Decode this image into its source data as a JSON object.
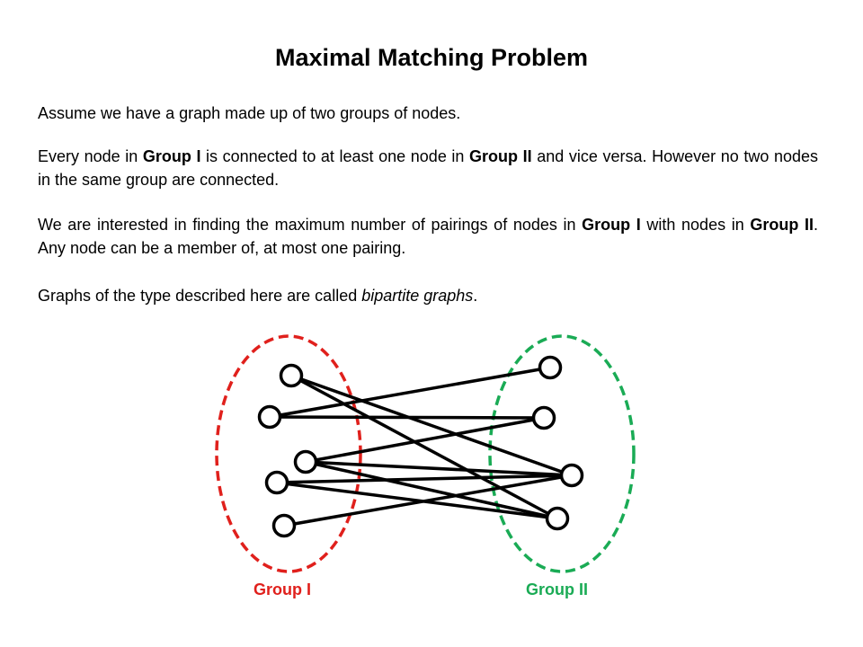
{
  "title": "Maximal Matching Problem",
  "paragraphs": {
    "p1": "Assume we have a graph made up of two groups of nodes.",
    "p2": {
      "t1": "Every node in ",
      "b1": "Group I",
      "t2": " is connected to at least one node in ",
      "b2": "Group II",
      "t3": " and vice versa.  However no two nodes in the same group are connected."
    },
    "p3": {
      "t1": "We are interested in finding the maximum number of pairings of nodes in ",
      "b1": "Group I",
      "t2": " with nodes in ",
      "b2": "Group II",
      "t3": ".  Any node can be a member of, at most one pairing."
    },
    "p4": {
      "t1": "Graphs of the type described here are called ",
      "i1": "bipartite graphs",
      "t2": "."
    }
  },
  "groups": [
    {
      "label": "Group I",
      "color": "#e0201c"
    },
    {
      "label": "Group II",
      "color": "#1aab55"
    }
  ],
  "nodes": {
    "group1": [
      "a",
      "b",
      "c",
      "d",
      "e"
    ],
    "group2": [
      "f",
      "g",
      "h",
      "i"
    ]
  },
  "edges": [
    [
      "a",
      "h"
    ],
    [
      "a",
      "i"
    ],
    [
      "b",
      "f"
    ],
    [
      "b",
      "g"
    ],
    [
      "c",
      "g"
    ],
    [
      "c",
      "h"
    ],
    [
      "c",
      "i"
    ],
    [
      "d",
      "h"
    ],
    [
      "d",
      "i"
    ],
    [
      "e",
      "h"
    ]
  ],
  "colors": {
    "stroke": "#000000",
    "group1": "#e0201c",
    "group2": "#1aab55"
  }
}
